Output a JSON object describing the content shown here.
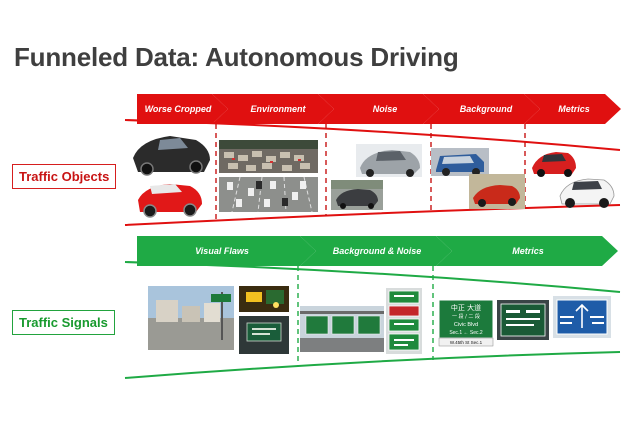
{
  "title": "Funneled Data: Autonomous Driving",
  "colors": {
    "red": "#e01010",
    "green": "#1faa45",
    "title": "#3f3f3f"
  },
  "traffic_objects": {
    "label": "Traffic Objects",
    "stages": [
      "Worse Cropped",
      "Environment",
      "Noise",
      "Background",
      "Metrics"
    ]
  },
  "traffic_signals": {
    "label": "Traffic Signals",
    "stages": [
      "Visual Flaws",
      "Background & Noise",
      "Metrics"
    ]
  },
  "signs": {
    "sign_a_line1": "中正 大道",
    "sign_a_line2": "一 段 / 二 段",
    "sign_a_line3": "Civic Blvd",
    "sign_a_line4": "Sec.1 ← Sec.2",
    "sign_a_line5": "W.45th St Sec.1"
  }
}
